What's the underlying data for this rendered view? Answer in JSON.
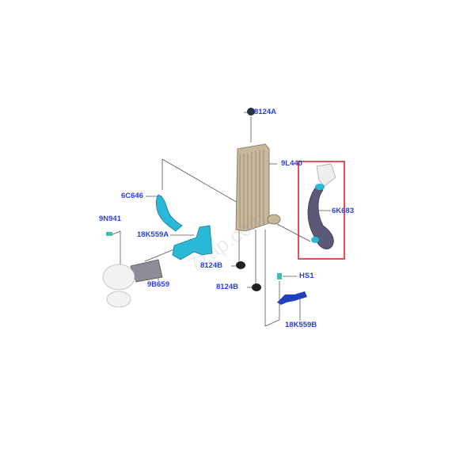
{
  "labels": {
    "p8124A": "8124A",
    "p9L440": "9L440",
    "p6C646": "6C646",
    "p6K683": "6K683",
    "p9N941": "9N941",
    "p18K559A": "18K559A",
    "p8124B_1": "8124B",
    "p9B659": "9B659",
    "p8124B_2": "8124B",
    "pHS1": "HS1",
    "p18K559B": "18K559B"
  },
  "watermark": "7zap.com",
  "colors": {
    "label": "#2b3fe0",
    "highlight": "#e0151b",
    "cyan": "#2ab8d8",
    "intercooler": "#b5a48a",
    "hose": "#5a5a78"
  }
}
